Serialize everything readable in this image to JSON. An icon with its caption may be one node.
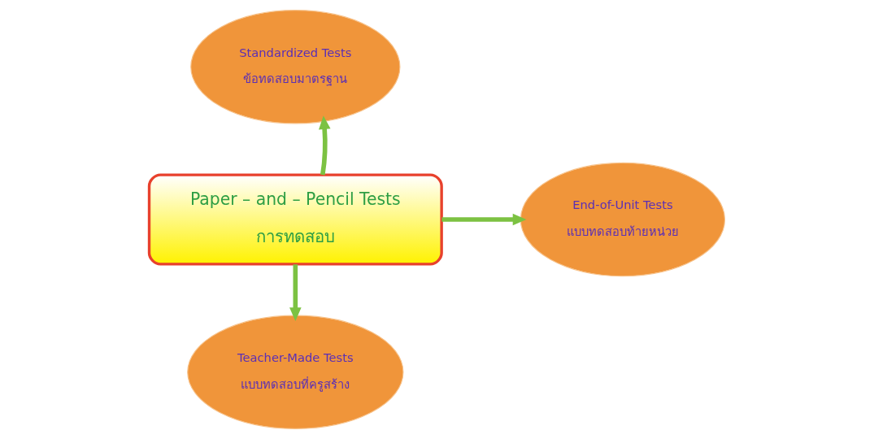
{
  "diagram": {
    "nodes": [
      {
        "text": [
          "Paper – and – Pencil Tests",
          "การทดสอบ"
        ]
      },
      {
        "text": [
          "Standardized Tests",
          "ข้อทดสอบมาตรฐาน"
        ]
      },
      {
        "text": [
          "End-of-Unit Tests",
          "แบบทดสอบท้ายหน่วย"
        ]
      },
      {
        "text": [
          "Teacher-Made Tests",
          "แบบทดสอบที่ครูสร้าง"
        ]
      }
    ],
    "edges": [
      {
        "from": 0,
        "to": 1,
        "arrow": "to"
      },
      {
        "from": 0,
        "to": 2,
        "arrow": "to"
      },
      {
        "from": 0,
        "to": 3,
        "arrow": "to"
      }
    ]
  }
}
